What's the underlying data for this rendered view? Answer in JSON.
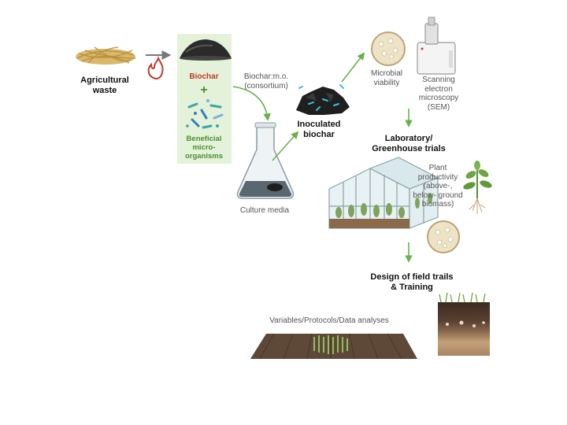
{
  "labels": {
    "agricultural_waste": "Agricultural\nwaste",
    "biochar": "Biochar",
    "plus": "+",
    "beneficial_microorganisms": "Beneficial\nmicro-\norganisms",
    "biochar_mo": "Biochar:m.o.\n(consortium)",
    "culture_media": "Culture media",
    "inoculated_biochar": "Inoculated\nbiochar",
    "microbial_viability": "Microbial\nviability",
    "sem": "Scanning\nelectron\nmicroscopy\n(SEM)",
    "lab_greenhouse": "Laboratory/\nGreenhouse trials",
    "plant_productivity": "Plant\nproductivity\n(above-,\nbelow- ground\nbiomass)",
    "field_trials": "Design of field trails\n& Training",
    "variables": "Variables/Protocols/Data analyses"
  },
  "colors": {
    "biochar_text": "#c0392b",
    "microbe_text": "#4a8f2e",
    "panel_bg": "#e4f2d9",
    "arrow_green": "#6ab04c",
    "arrow_gray": "#777777"
  },
  "icons": [
    "straw-icon",
    "fire-icon",
    "biochar-pile-icon",
    "bacteria-icon",
    "flask-icon",
    "inoculated-biochar-icon",
    "petri-dish-icon",
    "microscope-icon",
    "greenhouse-icon",
    "plant-icon",
    "soil-profile-icon",
    "field-icon"
  ]
}
